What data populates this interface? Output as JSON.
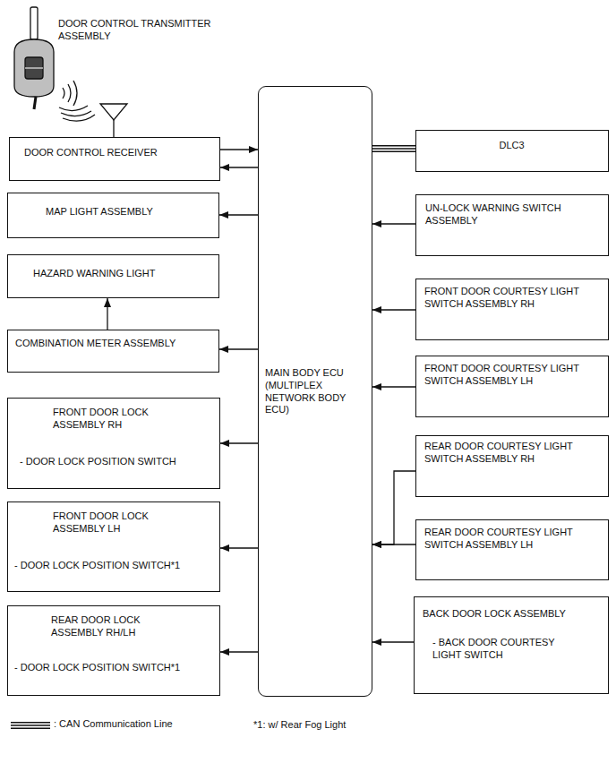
{
  "diagram": {
    "nodes": [
      {
        "text": [
          "DOOR CONTROL RECEIVER"
        ]
      },
      {
        "text": [
          "MAIN BODY ECU (MULTIPLEX NETWORK BODY ECU)"
        ]
      },
      {
        "text": [
          "DLC3"
        ]
      },
      {
        "text": [
          "MAP LIGHT ASSEMBLY"
        ]
      },
      {
        "text": [
          "UN-LOCK WARNING SWITCH ASSEMBLY"
        ]
      },
      {
        "text": [
          "HAZARD WARNING LIGHT"
        ]
      },
      {
        "text": [
          "FRONT DOOR COURTESY LIGHT SWITCH ASSEMBLY RH"
        ]
      },
      {
        "text": [
          "COMBINATION METER ASSEMBLY"
        ]
      },
      {
        "text": [
          "FRONT DOOR COURTESY LIGHT SWITCH ASSEMBLY LH"
        ]
      },
      {
        "text": [
          "FRONT DOOR LOCK ASSEMBLY RH",
          "- DOOR LOCK POSITION SWITCH"
        ]
      },
      {
        "text": [
          "REAR DOOR COURTESY LIGHT SWITCH ASSEMBLY RH"
        ]
      },
      {
        "text": [
          "FRONT DOOR LOCK ASSEMBLY LH",
          "- DOOR LOCK POSITION SWITCH*1"
        ]
      },
      {
        "text": [
          "REAR DOOR COURTESY LIGHT SWITCH ASSEMBLY LH"
        ]
      },
      {
        "text": [
          "REAR DOOR LOCK ASSEMBLY RH/LH",
          "- DOOR LOCK POSITION SWITCH*1"
        ]
      },
      {
        "text": [
          "BACK DOOR LOCK ASSEMBLY",
          "- BACK DOOR COURTESY LIGHT SWITCH"
        ]
      }
    ],
    "edges": [
      {
        "from": 0,
        "to": 1,
        "arrow": "to"
      },
      {
        "from": 1,
        "to": 0,
        "arrow": "to"
      },
      {
        "from": 2,
        "to": 1,
        "arrow": "none"
      },
      {
        "from": 1,
        "to": 3,
        "arrow": "to"
      },
      {
        "from": 4,
        "to": 1,
        "arrow": "to"
      },
      {
        "from": 6,
        "to": 1,
        "arrow": "to"
      },
      {
        "from": 1,
        "to": 7,
        "arrow": "to"
      },
      {
        "from": 7,
        "to": 5,
        "arrow": "to"
      },
      {
        "from": 8,
        "to": 1,
        "arrow": "to"
      },
      {
        "from": 1,
        "to": 9,
        "arrow": "to"
      },
      {
        "from": 10,
        "to": 1,
        "arrow": "to"
      },
      {
        "from": 12,
        "to": 1,
        "arrow": "to"
      },
      {
        "from": 1,
        "to": 11,
        "arrow": "to"
      },
      {
        "from": 1,
        "to": 13,
        "arrow": "to"
      },
      {
        "from": 14,
        "to": 1,
        "arrow": "to"
      }
    ],
    "labels": [
      "DOOR CONTROL TRANSMITTER ASSEMBLY",
      "*1: w/ Rear Fog Light"
    ],
    "legend": [
      {
        "text": ": CAN Communication Line"
      }
    ]
  }
}
